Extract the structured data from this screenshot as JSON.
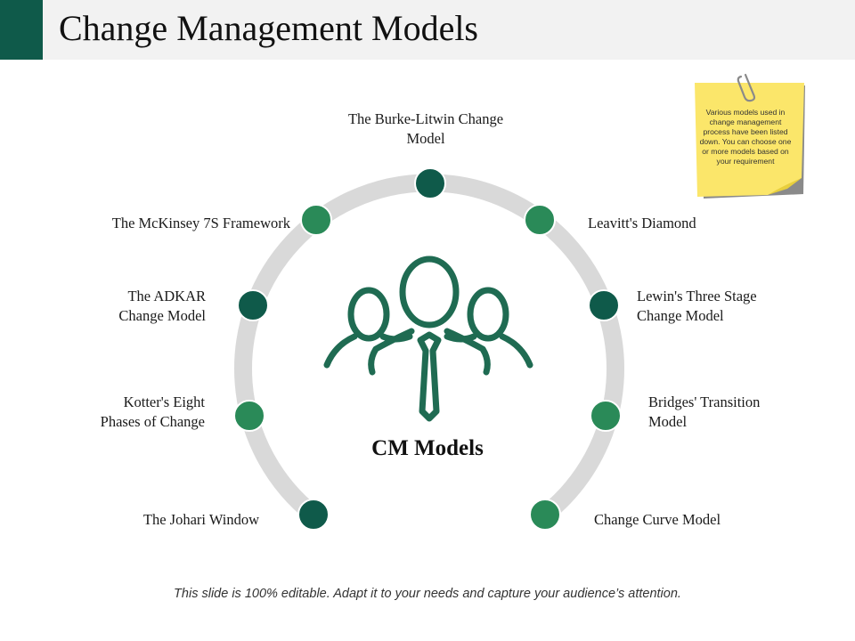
{
  "title": "Change Management Models",
  "center_label": "CM Models",
  "models": [
    {
      "id": "burke-litwin",
      "lines": [
        "The Burke-Litwin  Change",
        "Model"
      ]
    },
    {
      "id": "leavitt",
      "lines": [
        "Leavitt's Diamond"
      ]
    },
    {
      "id": "lewin",
      "lines": [
        "Lewin's Three Stage",
        "Change Model"
      ]
    },
    {
      "id": "bridges",
      "lines": [
        "Bridges' Transition",
        "Model"
      ]
    },
    {
      "id": "change-curve",
      "lines": [
        "Change Curve Model"
      ]
    },
    {
      "id": "johari",
      "lines": [
        "The Johari Window"
      ]
    },
    {
      "id": "kotter",
      "lines": [
        "Kotter's Eight",
        "Phases of Change"
      ]
    },
    {
      "id": "adkar",
      "lines": [
        "The ADKAR",
        "Change Model"
      ]
    },
    {
      "id": "mckinsey",
      "lines": [
        "The McKinsey 7S Framework"
      ]
    }
  ],
  "sticky_note": "Various models used in change management process have been listed down. You can choose one or more models based on your requirement",
  "footer": "This slide is 100% editable. Adapt it to your needs and capture your audience’s attention.",
  "colors": {
    "dark_teal": "#0f5a4a",
    "green": "#2a8a58",
    "arc": "#d9d9d9",
    "note": "#fbe66a"
  }
}
